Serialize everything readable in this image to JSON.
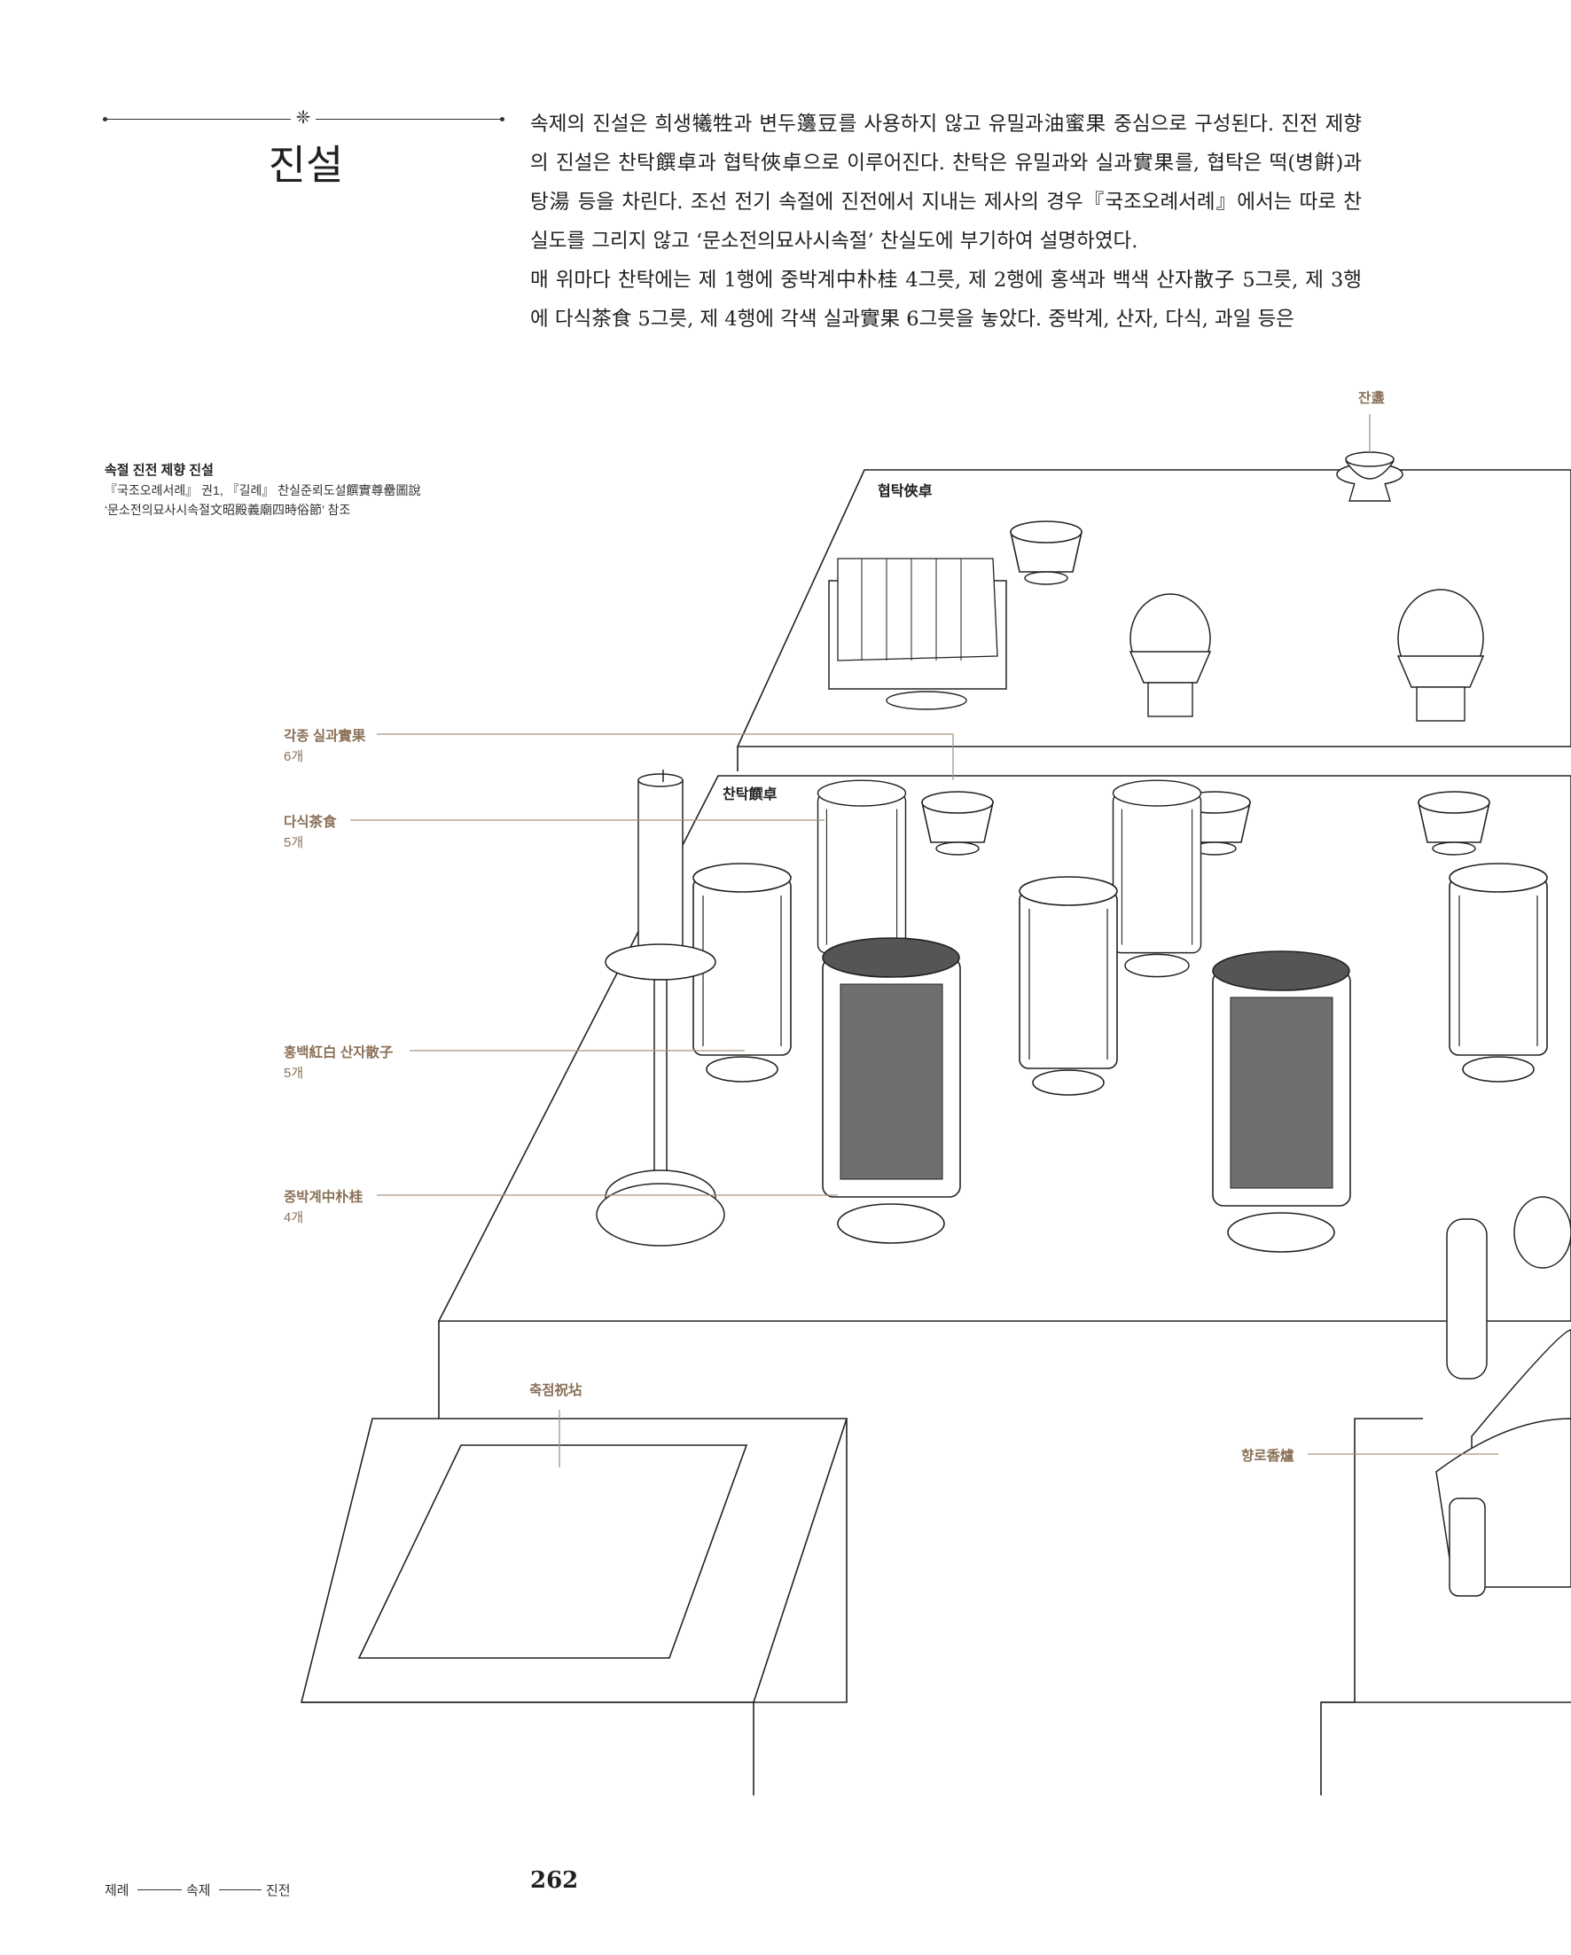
{
  "section": {
    "title": "진설",
    "ornament": "❈"
  },
  "body": {
    "paragraphs": [
      "속제의 진설은 희생犧牲과 변두籩豆를 사용하지 않고 유밀과油蜜果 중심으로 구성된다. 진전 제향의 진설은 찬탁饌卓과 협탁俠卓으로 이루어진다. 찬탁은 유밀과와 실과實果를, 협탁은 떡(병餠)과 탕湯 등을 차린다. 조선 전기 속절에 진전에서 지내는 제사의 경우『국조오례서례』에서는 따로 찬실도를 그리지 않고 ‘문소전의묘사시속절’ 찬실도에 부기하여 설명하였다.",
      "매 위마다 찬탁에는 제 1행에 중박계中朴桂 4그릇, 제 2행에 홍색과 백색 산자散子 5그릇, 제 3행에 다식茶食 5그릇, 제 4행에 각색 실과實果 6그릇을 놓았다. 중박계, 산자, 다식, 과일 등은"
    ]
  },
  "caption": {
    "title": "속절 진전 제향 진설",
    "lines": [
      "『국조오례서례』 권1, 『길례』 찬실준뢰도설饌實尊罍圖說",
      "‘문소전의묘사시속절文昭殿義廟四時俗節’ 참조"
    ]
  },
  "labels": {
    "jan": "잔盞",
    "hyeoptak": "협탁俠卓",
    "chantak": "찬탁饌卓",
    "silgwa": {
      "name": "각종 실과實果",
      "count": "6개"
    },
    "dasik": {
      "name": "다식茶食",
      "count": "5개"
    },
    "sanja": {
      "name": "홍백紅白 산자散子",
      "count": "5개"
    },
    "jungbakgye": {
      "name": "중박계中朴桂",
      "count": "4개"
    },
    "chukjeom": "축점祝坫",
    "hyangno": "향로香爐"
  },
  "footer": {
    "breadcrumb": [
      "제례",
      "속제",
      "진전"
    ],
    "page": "262"
  }
}
